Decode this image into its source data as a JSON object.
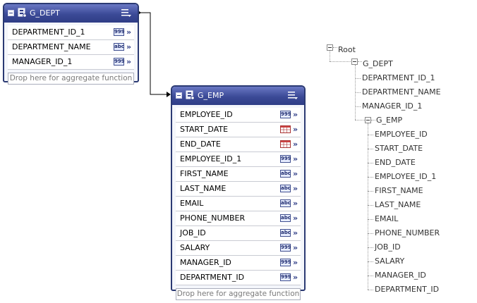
{
  "groups": [
    {
      "title": "G_DEPT",
      "fields": [
        {
          "name": "DEPARTMENT_ID_1",
          "type": "999"
        },
        {
          "name": "DEPARTMENT_NAME",
          "type": "abc"
        },
        {
          "name": "MANAGER_ID_1",
          "type": "999"
        }
      ],
      "drop_text": "Drop here for aggregate function"
    },
    {
      "title": "G_EMP",
      "fields": [
        {
          "name": "EMPLOYEE_ID",
          "type": "999"
        },
        {
          "name": "START_DATE",
          "type": "date"
        },
        {
          "name": "END_DATE",
          "type": "date"
        },
        {
          "name": "EMPLOYEE_ID_1",
          "type": "999"
        },
        {
          "name": "FIRST_NAME",
          "type": "abc"
        },
        {
          "name": "LAST_NAME",
          "type": "abc"
        },
        {
          "name": "EMAIL",
          "type": "abc"
        },
        {
          "name": "PHONE_NUMBER",
          "type": "abc"
        },
        {
          "name": "JOB_ID",
          "type": "abc"
        },
        {
          "name": "SALARY",
          "type": "999"
        },
        {
          "name": "MANAGER_ID",
          "type": "999"
        },
        {
          "name": "DEPARTMENT_ID",
          "type": "999"
        }
      ],
      "drop_text": "Drop here for aggregate function"
    }
  ],
  "tree": {
    "root": "Root",
    "group1": "G_DEPT",
    "group1_fields": [
      "DEPARTMENT_ID_1",
      "DEPARTMENT_NAME",
      "MANAGER_ID_1"
    ],
    "group2": "G_EMP",
    "group2_fields": [
      "EMPLOYEE_ID",
      "START_DATE",
      "END_DATE",
      "EMPLOYEE_ID_1",
      "FIRST_NAME",
      "LAST_NAME",
      "EMAIL",
      "PHONE_NUMBER",
      "JOB_ID",
      "SALARY",
      "MANAGER_ID",
      "DEPARTMENT_ID"
    ]
  },
  "icons": {
    "expand": "double-chevron-right-icon",
    "menu": "list-menu-icon",
    "group": "data-group-icon",
    "collapse": "collapse-box-icon"
  },
  "colors": {
    "header": "#3b4a97",
    "border": "#2b3a73",
    "link": "#000000"
  }
}
